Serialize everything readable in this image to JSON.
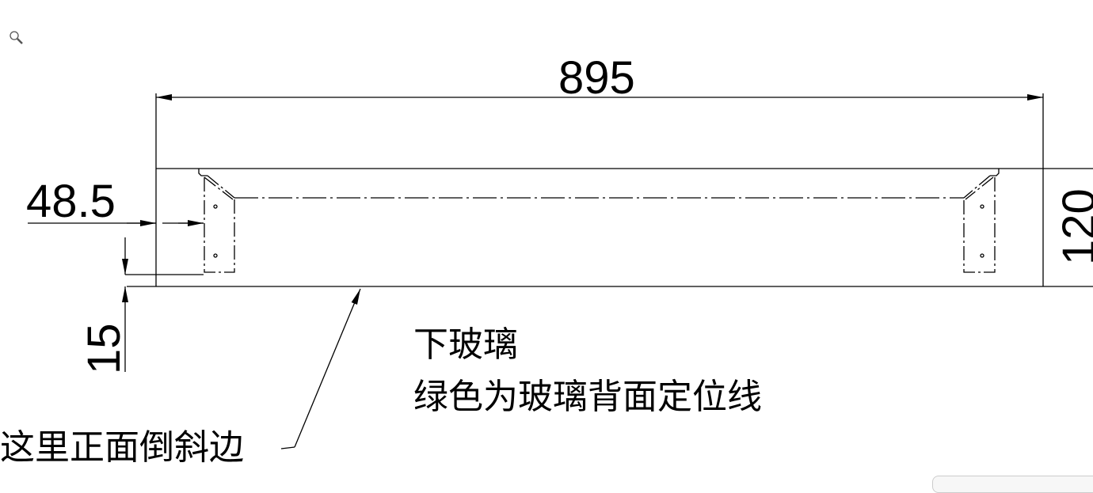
{
  "toolbar": {
    "zoom_icon": "magnifier-icon"
  },
  "dimensions": {
    "overall_width": "895",
    "left_offset": "48.5",
    "bottom_offset": "15",
    "height": "120"
  },
  "notes": {
    "title": "下玻璃",
    "subtitle": "绿色为玻璃背面定位线",
    "bevel_note": "这里正面倒斜边"
  }
}
